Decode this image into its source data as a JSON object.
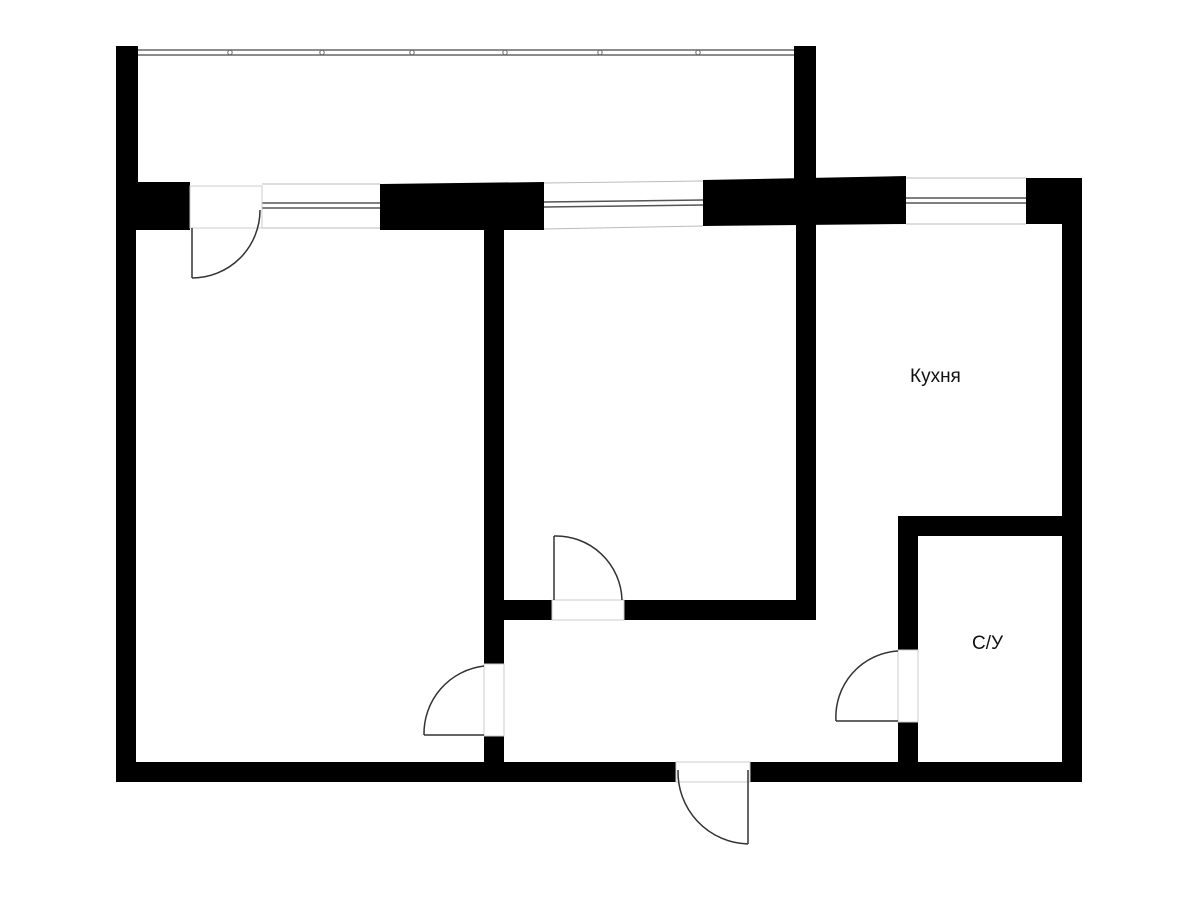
{
  "plan": {
    "rooms": [
      {
        "id": "kitchen",
        "label": "Кухня"
      },
      {
        "id": "bathroom",
        "label": "С/У"
      }
    ],
    "colors": {
      "wall": "#000000",
      "background": "#ffffff",
      "window_line": "#555555",
      "door_line": "#333333"
    }
  }
}
